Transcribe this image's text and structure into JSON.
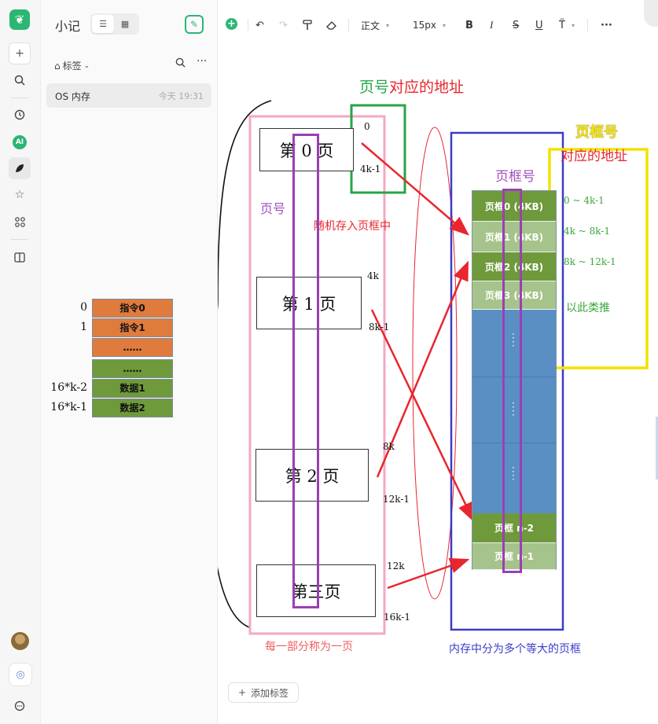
{
  "app": {
    "panel_title": "小记",
    "tag_filter_label": "标签",
    "note": {
      "title": "OS 内存",
      "date": "今天 19:31"
    },
    "add_tag_label": "添加标签"
  },
  "rail": {
    "icons": [
      "app-logo-icon",
      "plus-icon",
      "search-icon",
      "clock-icon",
      "ai-icon",
      "leaf-icon",
      "star-icon",
      "apps-icon",
      "book-icon",
      "avatar",
      "ring-icon",
      "chat-icon"
    ],
    "ai_label": "AI"
  },
  "toolbar": {
    "style_label": "正文",
    "size_label": "15px",
    "bold": "B",
    "italic": "I",
    "strike": "S",
    "underline": "U",
    "more": "···"
  },
  "mini_table": {
    "rows": [
      {
        "label": "0",
        "cell": "指令0",
        "color": "#e07b3e"
      },
      {
        "label": "1",
        "cell": "指令1",
        "color": "#e07b3e"
      },
      {
        "label": "",
        "cell": "……",
        "color": "#e07b3e"
      },
      {
        "label": "",
        "cell": "……",
        "color": "#6e9a3b"
      },
      {
        "label": "16*k-2",
        "cell": "数据1",
        "color": "#6e9a3b"
      },
      {
        "label": "16*k-1",
        "cell": "数据2",
        "color": "#6e9a3b"
      }
    ]
  },
  "diagram": {
    "top_label_green": "页号",
    "top_label_red": "对应的地址",
    "frame_no_title": "页框号",
    "frame_addr_label": "对应的地址",
    "page_no_label": "页号",
    "frame_no_label": "页框号",
    "random_label": "随机存入页框中",
    "bottom_left": "每一部分称为一页",
    "bottom_right": "内存中分为多个等大的页框",
    "pages": [
      {
        "label": "第 0 页",
        "addr_start": "0",
        "addr_end": "4k-1"
      },
      {
        "label": "第 1 页",
        "addr_start": "4k",
        "addr_end": "8k-1"
      },
      {
        "label": "第 2 页",
        "addr_start": "8k",
        "addr_end": "12k-1"
      },
      {
        "label": "第三页",
        "addr_start": "12k",
        "addr_end": "16k-1"
      }
    ],
    "frames": [
      {
        "label": "页框0 (4KB)",
        "color": "#6e9a3b"
      },
      {
        "label": "页框1 (4KB)",
        "color": "#a5c38a"
      },
      {
        "label": "页框2 (4KB)",
        "color": "#6e9a3b"
      },
      {
        "label": "页框3 (4KB)",
        "color": "#a5c38a"
      },
      {
        "label": "页框 n-2",
        "color": "#6e9a3b"
      },
      {
        "label": "页框 n-1",
        "color": "#a5c38a"
      }
    ],
    "frame_ranges": [
      "0 ~ 4k-1",
      "4k ~ 8k-1",
      "8k ~ 12k-1",
      "以此类推"
    ]
  }
}
